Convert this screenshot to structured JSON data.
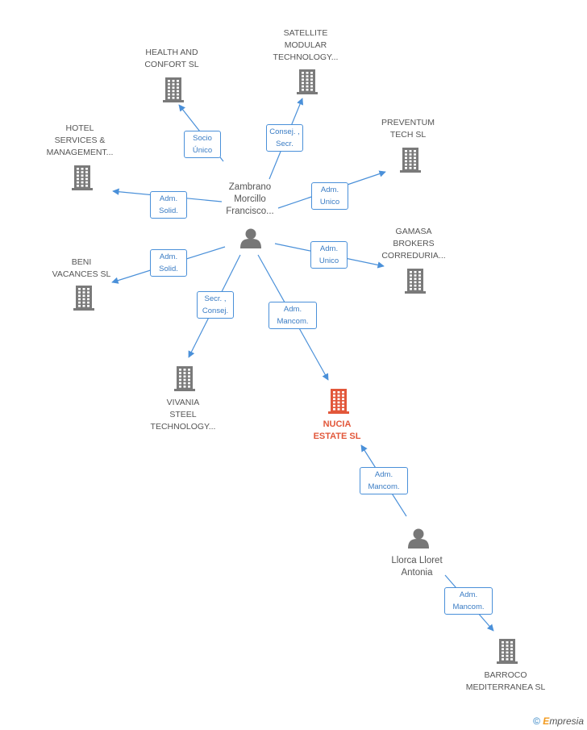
{
  "nodes": [
    {
      "id": "zambrano",
      "type": "person",
      "label": "Zambrano\nMorcillo\nFrancisco..."
    },
    {
      "id": "llorca",
      "type": "person",
      "label": "Llorca Lloret\nAntonia"
    },
    {
      "id": "nucia",
      "type": "company",
      "highlight": true,
      "label": "NUCIA\nESTATE SL"
    },
    {
      "id": "health",
      "type": "company",
      "label": "HEALTH AND\nCONFORT SL"
    },
    {
      "id": "satellite",
      "type": "company",
      "label": "SATELLITE\nMODULAR\nTECHNOLOGY..."
    },
    {
      "id": "preventum",
      "type": "company",
      "label": "PREVENTUM\nTECH SL"
    },
    {
      "id": "hotel",
      "type": "company",
      "label": "HOTEL\nSERVICES &\nMANAGEMENT..."
    },
    {
      "id": "gamasa",
      "type": "company",
      "label": "GAMASA\nBROKERS\nCORREDURIA..."
    },
    {
      "id": "beni",
      "type": "company",
      "label": "BENI\nVACANCES SL"
    },
    {
      "id": "vivania",
      "type": "company",
      "label": "VIVANIA\nSTEEL\nTECHNOLOGY..."
    },
    {
      "id": "barroco",
      "type": "company",
      "label": "BARROCO\nMEDITERRANEA SL"
    }
  ],
  "edges": [
    {
      "from": "zambrano",
      "to": "health",
      "label": "Socio\nÚnico"
    },
    {
      "from": "zambrano",
      "to": "satellite",
      "label": "Consej. ,\nSecr."
    },
    {
      "from": "zambrano",
      "to": "hotel",
      "label": "Adm.\nSolid."
    },
    {
      "from": "zambrano",
      "to": "preventum",
      "label": "Adm.\nUnico"
    },
    {
      "from": "zambrano",
      "to": "beni",
      "label": "Adm.\nSolid."
    },
    {
      "from": "zambrano",
      "to": "gamasa",
      "label": "Adm.\nUnico"
    },
    {
      "from": "zambrano",
      "to": "vivania",
      "label": "Secr. ,\nConsej."
    },
    {
      "from": "zambrano",
      "to": "nucia",
      "label": "Adm.\nMancom."
    },
    {
      "from": "llorca",
      "to": "nucia",
      "label": "Adm.\nMancom."
    },
    {
      "from": "llorca",
      "to": "barroco",
      "label": "Adm.\nMancom."
    }
  ],
  "watermark": {
    "symbol": "©",
    "brand_initial": "E",
    "brand_rest": "mpresia"
  },
  "colors": {
    "edge": "#4a90d9",
    "company": "#7a7a7a",
    "highlight": "#e2573a",
    "person": "#777777"
  }
}
